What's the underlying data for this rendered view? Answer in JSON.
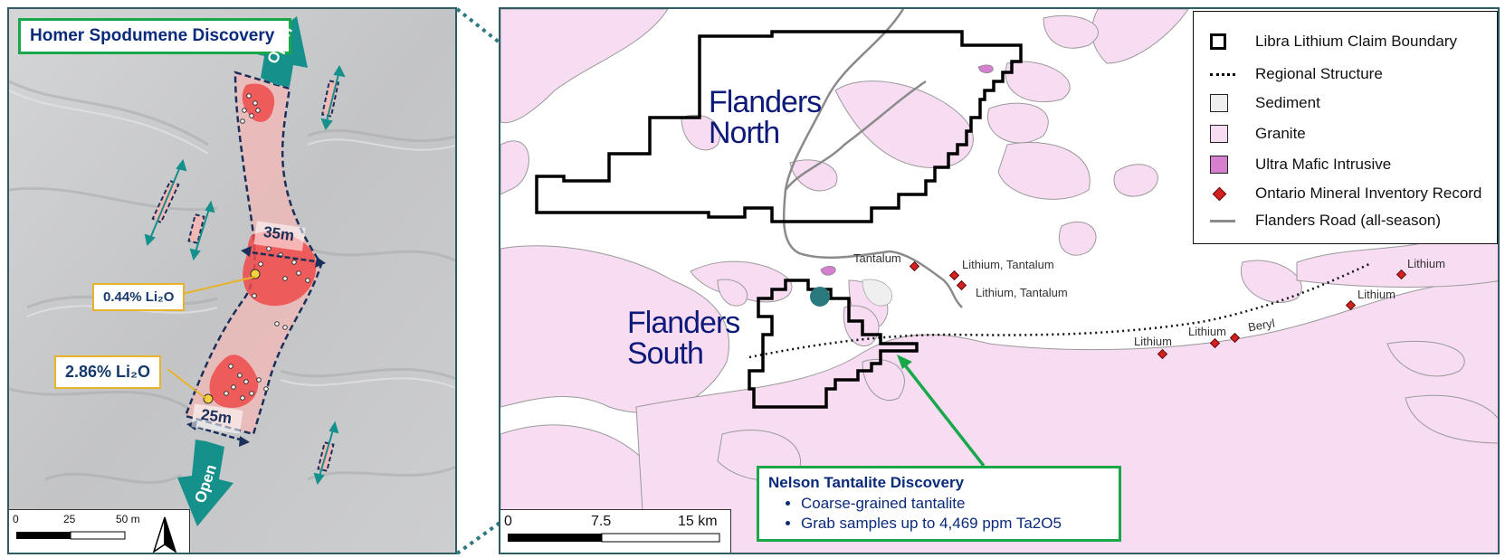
{
  "left_panel": {
    "title": "Homer Spodumene Discovery",
    "open_top": "Open",
    "open_bottom": "Open",
    "width_top": "35m",
    "width_bottom": "25m",
    "sample_1": "0.44% Li₂O",
    "sample_2": "2.86% Li₂O",
    "scale": {
      "zero": "0",
      "mid": "25",
      "end": "50 m"
    },
    "north_arrow_icon": "north-arrow-icon"
  },
  "right_panel": {
    "region_north_line1": "Flanders",
    "region_north_line2": "North",
    "region_south_line1": "Flanders",
    "region_south_line2": "South",
    "occurrences": [
      {
        "label": "Tantalum"
      },
      {
        "label": "Lithium, Tantalum"
      },
      {
        "label": "Lithium, Tantalum"
      },
      {
        "label": "Lithium"
      },
      {
        "label": "Lithium"
      },
      {
        "label": "Beryl"
      },
      {
        "label": "Lithium"
      },
      {
        "label": "Lithium"
      }
    ],
    "scale": {
      "zero": "0",
      "mid": "7.5",
      "end": "15 km"
    },
    "nelson": {
      "title": "Nelson Tantalite Discovery",
      "bullets": [
        "Coarse-grained tantalite",
        "Grab samples up to 4,469 ppm Ta2O5"
      ]
    }
  },
  "legend": {
    "items": [
      {
        "label": "Libra Lithium Claim Boundary",
        "symbol": "claim-boundary-icon"
      },
      {
        "label": "Regional Structure",
        "symbol": "dotted-line-icon"
      },
      {
        "label": "Sediment",
        "symbol": "sediment-swatch",
        "color": "#efefef"
      },
      {
        "label": "Granite",
        "symbol": "granite-swatch",
        "color": "#f7dcf2"
      },
      {
        "label": "Ultra Mafic Intrusive",
        "symbol": "ultramafic-swatch",
        "color": "#d77fcf"
      },
      {
        "label": "Ontario Mineral Inventory Record",
        "symbol": "red-diamond-icon",
        "color": "#d42020"
      },
      {
        "label": "Flanders Road (all-season)",
        "symbol": "grey-line-icon",
        "color": "#8a8a8a"
      }
    ]
  },
  "colors": {
    "frame": "#2f5c62",
    "green_box": "#18a84a",
    "teal_arrow": "#16908a",
    "pegmatite_fill": "#f2b8b6",
    "high_grade": "#ee4a4a",
    "granite": "#f7dcf2",
    "region_text": "#0d1a7a"
  }
}
